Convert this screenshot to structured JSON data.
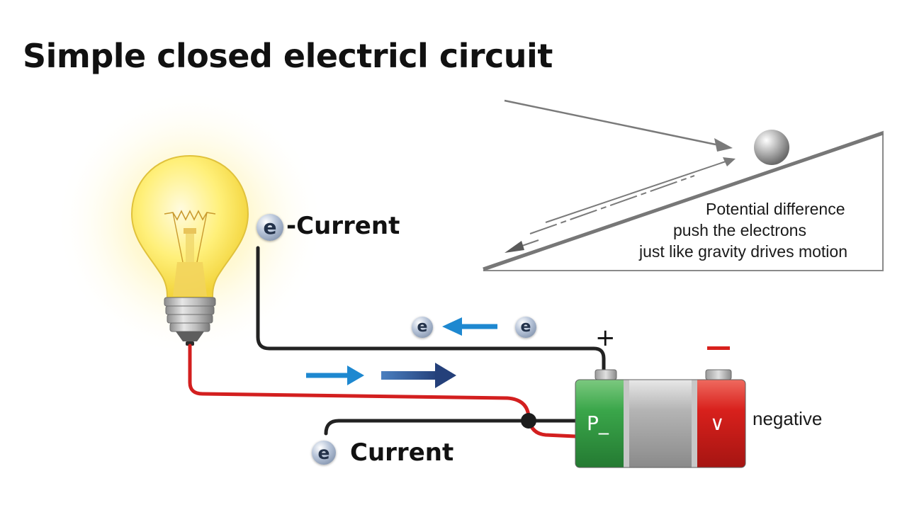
{
  "title": "Simple closed electricl circuit",
  "analogy": {
    "line1": "Potential difference",
    "line2": "push the electrons",
    "line3": "just like gravity drives motion"
  },
  "labels": {
    "electron_symbol": "e",
    "top_current": "-Current",
    "bottom_current": "Current",
    "plus": "+",
    "negative": "negative",
    "battery_positive": "P_",
    "battery_negative": "∨"
  },
  "colors": {
    "wire_black": "#222222",
    "wire_red": "#d31f1f",
    "arrow_blue": "#1e88d0",
    "arrow_navy": "#2d4f8a",
    "battery_green": "#3aa64a",
    "battery_red": "#d8201c",
    "battery_gray": "#a7a7a7",
    "bulb_glow": "#fff3a0"
  },
  "icons": {
    "bulb": "light-bulb-icon",
    "battery": "battery-icon",
    "ball": "ball-icon",
    "electron": "electron-icon"
  }
}
